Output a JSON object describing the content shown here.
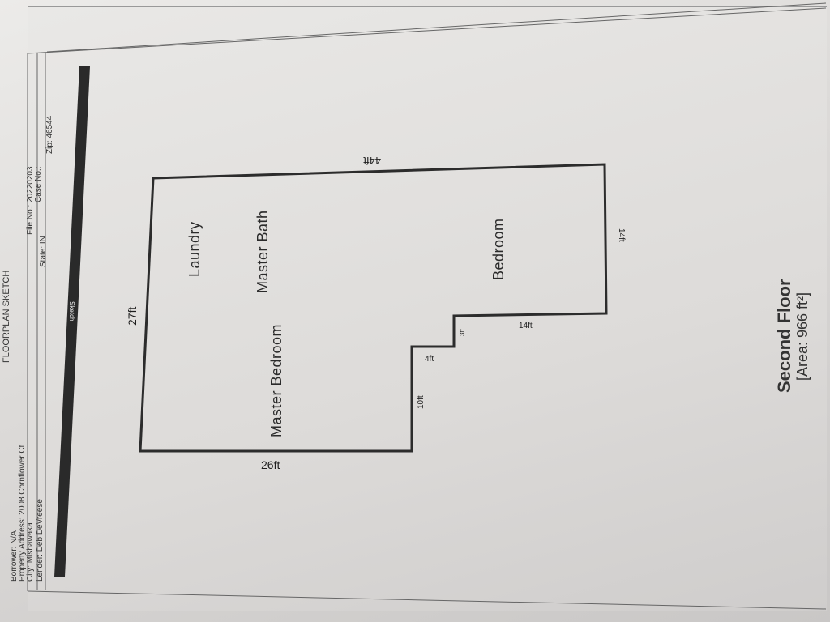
{
  "header": {
    "title": "FLOORPLAN SKETCH",
    "borrower": "Borrower: N/A",
    "property_address": "Property Address: 2008 Cornflower Ct",
    "city": "City: Mishawaka",
    "lender": "Lender: Deb DeVreese",
    "state": "State: IN",
    "zip": "Zip: 46544",
    "file_no": "File No.: 20220203",
    "case_no": "Case No.:"
  },
  "sketch_bar_label": "Sketch",
  "floorplan": {
    "rooms": [
      "Laundry",
      "Master Bath",
      "Master Bedroom",
      "Bedroom"
    ],
    "dimensions": {
      "top": "44ft",
      "left": "27ft",
      "bottom": "26ft",
      "step_vertical": "10ft",
      "step_horizontal": "4ft",
      "step_small": "3ft",
      "lower_wall": "14ft",
      "right": "14ft"
    },
    "floor_name": "Second Floor",
    "area": "[Area: 966 ft²]"
  }
}
